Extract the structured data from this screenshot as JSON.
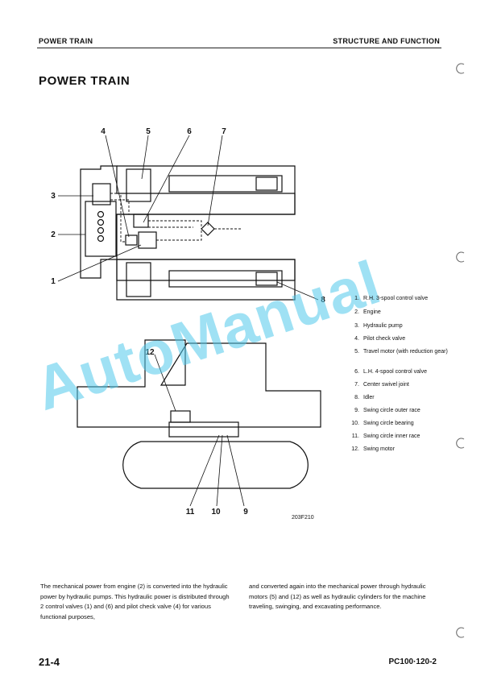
{
  "header": {
    "left": "POWER TRAIN",
    "right": "STRUCTURE AND FUNCTION"
  },
  "title": "POWER TRAIN",
  "diagram": {
    "callouts": [
      "4",
      "5",
      "6",
      "7",
      "3",
      "2",
      "1",
      "8",
      "12",
      "11",
      "10",
      "9"
    ],
    "figure_id": "203F210"
  },
  "legend": [
    {
      "num": "1.",
      "text": "R.H. 3-spool control valve"
    },
    {
      "num": "2.",
      "text": "Engine"
    },
    {
      "num": "3.",
      "text": "Hydraulic pump"
    },
    {
      "num": "4.",
      "text": "Pilot check valve"
    },
    {
      "num": "5.",
      "text": "Travel motor (with reduction gear)"
    },
    {
      "num": "6.",
      "text": "L.H. 4-spool control valve"
    },
    {
      "num": "7.",
      "text": "Center swivel joint"
    },
    {
      "num": "8.",
      "text": "Idler"
    },
    {
      "num": "9.",
      "text": "Swing circle outer race"
    },
    {
      "num": "10.",
      "text": "Swing circle bearing"
    },
    {
      "num": "11.",
      "text": "Swing circle inner race"
    },
    {
      "num": "12.",
      "text": "Swing motor"
    }
  ],
  "body": {
    "left": "The mechanical power from engine (2) is converted into the hydraulic power by hydraulic pumps. This hydraulic power is distributed through 2 control valves (1) and (6) and pilot check valve (4) for various functional purposes,",
    "right": "and converted again into the mechanical power through hydraulic motors (5) and (12) as well as hydraulic cylinders for the machine traveling, swinging, and excavating performance."
  },
  "footer": {
    "page": "21-4",
    "model": "PC100·120-2"
  },
  "watermark": "AutoManual"
}
